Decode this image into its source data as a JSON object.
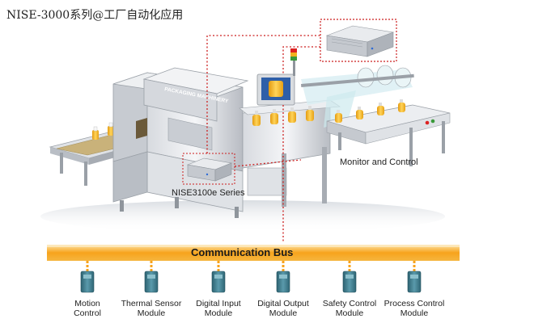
{
  "title": "NISE-3000系列@工厂自动化应用",
  "labels": {
    "monitor": "Monitor and Control",
    "nise3100e": "NISE3100e Series",
    "bus": "Communication Bus"
  },
  "modules": [
    {
      "line1": "Motion",
      "line2": "Control"
    },
    {
      "line1": "Thermal Sensor",
      "line2": "Module"
    },
    {
      "line1": "Digital Input",
      "line2": "Module"
    },
    {
      "line1": "Digital Output",
      "line2": "Module"
    },
    {
      "line1": "Safety Control",
      "line2": "Module"
    },
    {
      "line1": "Process Control",
      "line2": "Module"
    }
  ],
  "machine_panel_text": "PACKAGING MACHINERY",
  "colors": {
    "bus_orange": "#f7a31c",
    "bus_light": "#fbd07a",
    "dotted_red": "#cc1f1f",
    "module_teal": "#3f7f8f",
    "steel_light": "#e4e6ea",
    "steel_mid": "#c5c9cf",
    "steel_dark": "#8f959c",
    "bottle_amber": "#f2b21f"
  }
}
